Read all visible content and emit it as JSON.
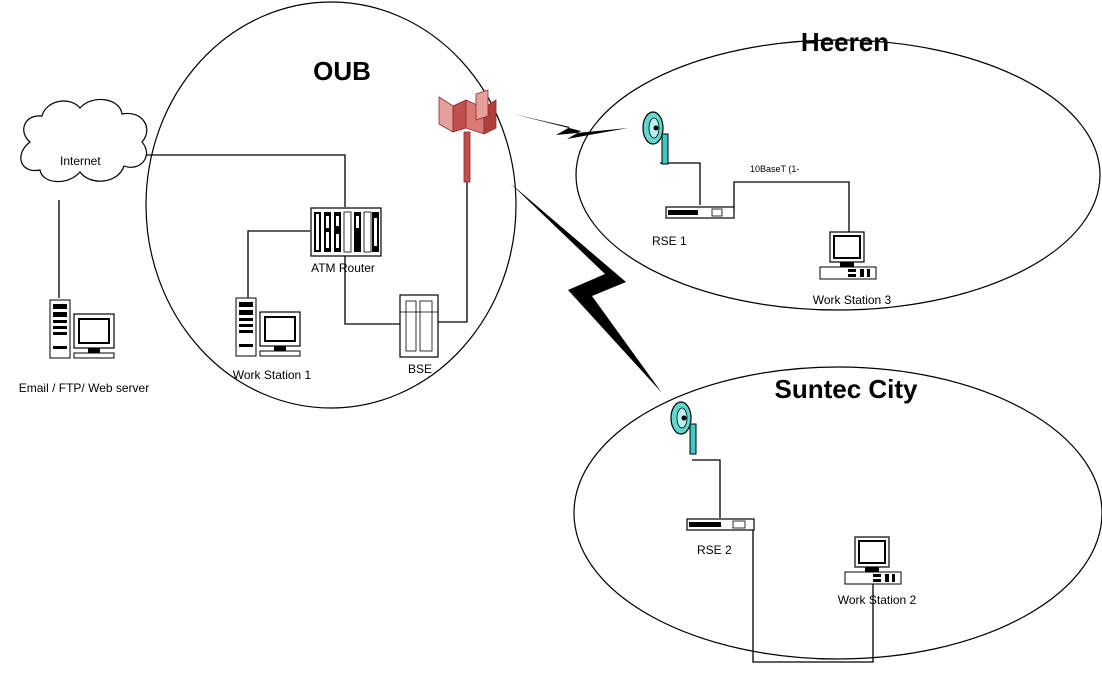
{
  "sites": {
    "oub": "OUB",
    "heeren": "Heeren",
    "suntec": "Suntec City"
  },
  "labels": {
    "internet": "Internet",
    "server": "Email / FTP/ Web server",
    "atm_router": "ATM Router",
    "work_station_1": "Work Station 1",
    "bse": "BSE",
    "rse1": "RSE 1",
    "link": "10BaseT (1-",
    "work_station_3": "Work Station 3",
    "rse2": "RSE 2",
    "work_station_2": "Work Station 2"
  },
  "colors": {
    "antenna_red": "#c0504d",
    "dish_teal": "#3ec8c0"
  }
}
